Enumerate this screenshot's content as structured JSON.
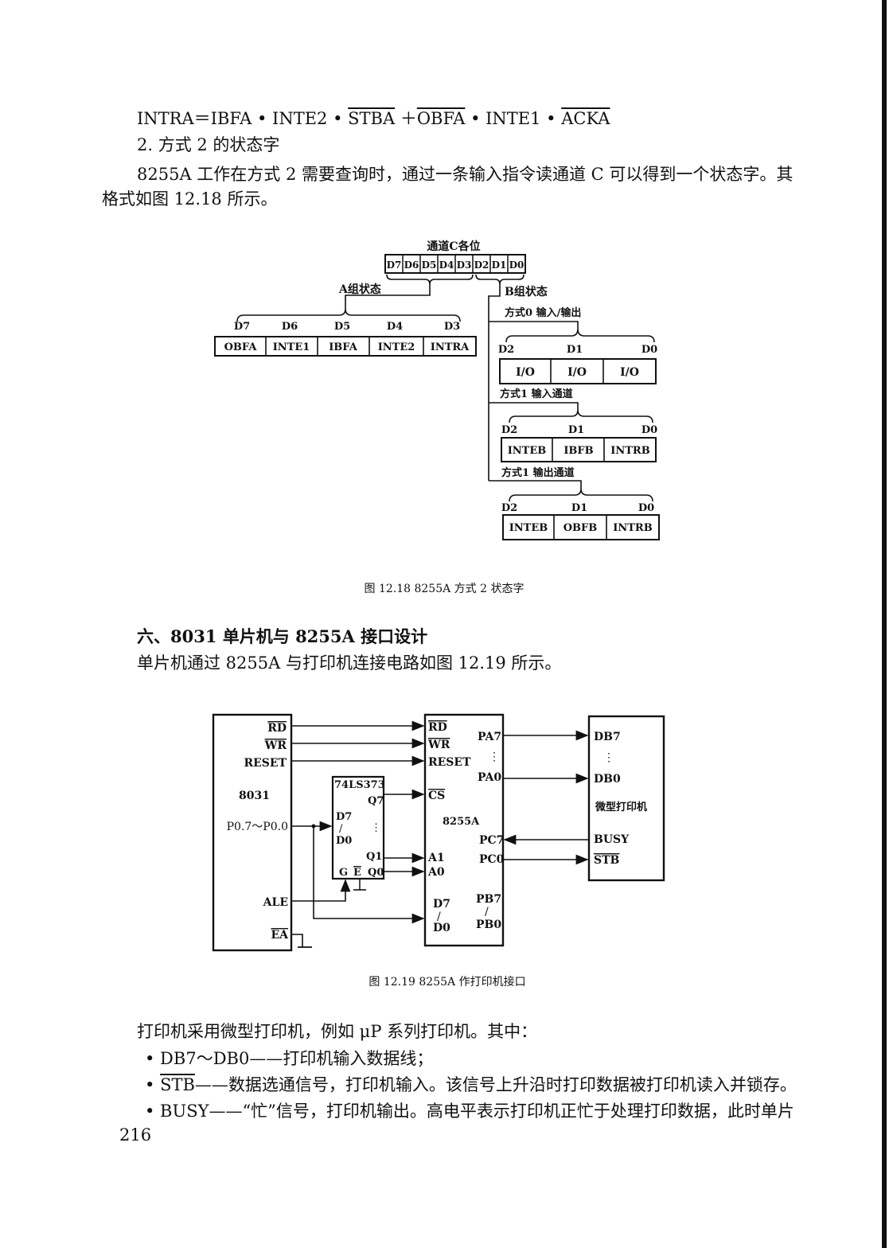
{
  "formula": {
    "p1": "INTRA＝IBFA • INTE2 • ",
    "stba": "STBA",
    "p2": " ＋",
    "obfa": "OBFA",
    "p3": " • INTE1 • ",
    "acka": "ACKA"
  },
  "section2_heading": "2. 方式 2 的状态字",
  "para1_line1": "8255A 工作在方式 2 需要查询时，通过一条输入指令读通道 C 可以得到一个状态字。其",
  "para1_line2": "格式如图 12.18 所示。",
  "fig1": {
    "top_label": "通道C各位",
    "bits": [
      "D7",
      "D6",
      "D5",
      "D4",
      "D3",
      "D2",
      "D1",
      "D0"
    ],
    "group_a_label": "A组状态",
    "group_b_label": "B组状态",
    "group_a_bits": [
      "D7",
      "D6",
      "D5",
      "D4",
      "D3"
    ],
    "group_a_fields": [
      "OBFA",
      "INTE1",
      "IBFA",
      "INTE2",
      "INTRA"
    ],
    "mode0_label": "方式0 输入/输出",
    "mode0_bits": [
      "D2",
      "D1",
      "D0"
    ],
    "mode0_fields": [
      "I/O",
      "I/O",
      "I/O"
    ],
    "mode1_in_label": "方式1 输入通道",
    "mode1_in_bits": [
      "D2",
      "D1",
      "D0"
    ],
    "mode1_in_fields": [
      "INTEB",
      "IBFB",
      "INTRB"
    ],
    "mode1_out_label": "方式1 输出通道",
    "mode1_out_bits": [
      "D2",
      "D1",
      "D0"
    ],
    "mode1_out_fields": [
      "INTEB",
      "OBFB",
      "INTRB"
    ],
    "caption": "图 12.18   8255A 方式 2 状态字"
  },
  "section6_heading": "六、8031 单片机与 8255A 接口设计",
  "para2": "单片机通过 8255A 与打印机连接电路如图 12.19 所示。",
  "fig2": {
    "mcu_name": "8031",
    "mcu_pins": [
      "RD",
      "WR",
      "RESET",
      "P0.7～P0.0",
      "ALE",
      "EA"
    ],
    "latch_name": "74LS373",
    "latch_pins": [
      "Q7",
      "D7",
      "D0",
      "Q1",
      "Q0",
      "G",
      "E"
    ],
    "ppi_name": "8255A",
    "ppi_left_pins": [
      "RD",
      "WR",
      "RESET",
      "CS",
      "A1",
      "A0",
      "D7",
      "D0"
    ],
    "ppi_right_pins": [
      "PA7",
      "PA0",
      "PC7",
      "PC0",
      "PB7",
      "PB0"
    ],
    "printer_name": "微型打印机",
    "printer_pins": [
      "DB7",
      "DB0",
      "BUSY",
      "STB"
    ],
    "caption": "图 12.19   8255A 作打印机接口"
  },
  "para3": "打印机采用微型打印机，例如 μP 系列打印机。其中：",
  "bullet1": "• DB7～DB0——打印机输入数据线；",
  "bullet2_pre": "• ",
  "bullet2_stb": "STB",
  "bullet2_rest": "——数据选通信号，打印机输入。该信号上升沿时打印数据被打印机读入并锁存。",
  "bullet3": "• BUSY——“忙”信号，打印机输出。高电平表示打印机正忙于处理打印数据，此时单片",
  "page_number": "216"
}
